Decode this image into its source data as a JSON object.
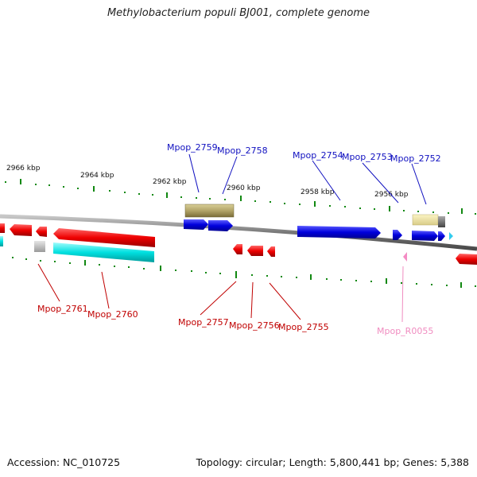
{
  "title": "Methylobacterium populi BJ001, complete genome",
  "footer": {
    "accession": "Accession: NC_010725",
    "topology": "Topology: circular; Length: 5,800,441 bp; Genes: 5,388"
  },
  "colors": {
    "cds_forward": "#0000dd",
    "cds_reverse": "#ee0000",
    "rna": "#00e0e0",
    "pseudo": "#c8c8c8",
    "gene_outline": "#b8a868",
    "label_forward": "#1010c0",
    "label_reverse": "#c00000",
    "label_rna": "#f08cc0",
    "tick": "#118811",
    "backbone": "#808080"
  },
  "scale_labels": [
    "2966 kbp",
    "2964 kbp",
    "2962 kbp",
    "2960 kbp",
    "2958 kbp",
    "2956 kbp"
  ],
  "gene_labels": {
    "forward": [
      "Mpop_2759",
      "Mpop_2758",
      "Mpop_2754",
      "Mpop_2753",
      "Mpop_2752"
    ],
    "reverse": [
      "Mpop_2761",
      "Mpop_2760",
      "Mpop_2757",
      "Mpop_2756",
      "Mpop_2755"
    ],
    "rna": [
      "Mpop_R0055"
    ]
  }
}
